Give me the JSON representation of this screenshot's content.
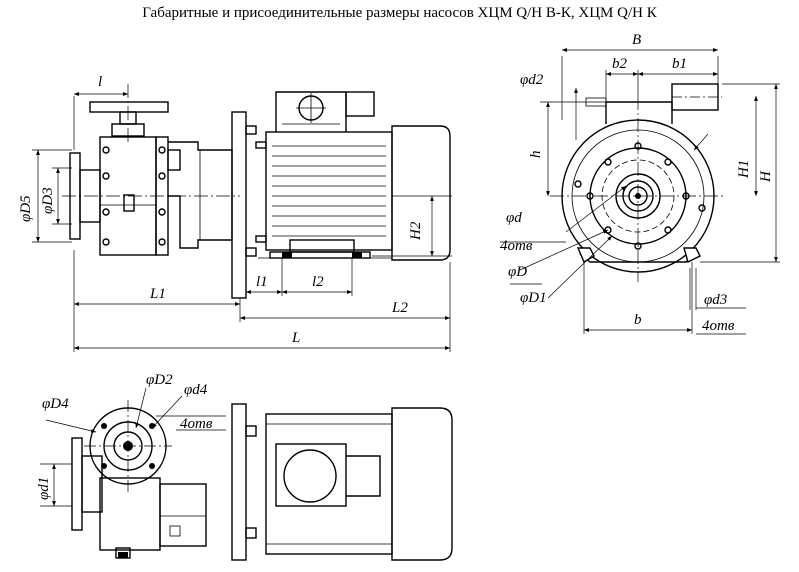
{
  "title": "Габаритные и присоединительные размеры насосов ХЦМ Q/H В-К, ХЦМ Q/H К",
  "labels": {
    "l": "l",
    "phiD5": "φD5",
    "phiD3": "φD3",
    "L1": "L1",
    "l1": "l1",
    "l2": "l2",
    "H2": "H2",
    "L2": "L2",
    "L": "L",
    "B": "B",
    "b2": "b2",
    "b1": "b1",
    "phid2": "φd2",
    "h": "h",
    "H1": "H1",
    "H": "H",
    "phid": "φd",
    "holes4a": "4отв",
    "phiD": "φD",
    "phiD1": "φD1",
    "b": "b",
    "phid3": "φd3",
    "holes4b": "4отв",
    "phiD2": "φD2",
    "phid4": "φd4",
    "phiD4": "φD4",
    "holes4c": "4отв",
    "phid1": "φd1"
  }
}
